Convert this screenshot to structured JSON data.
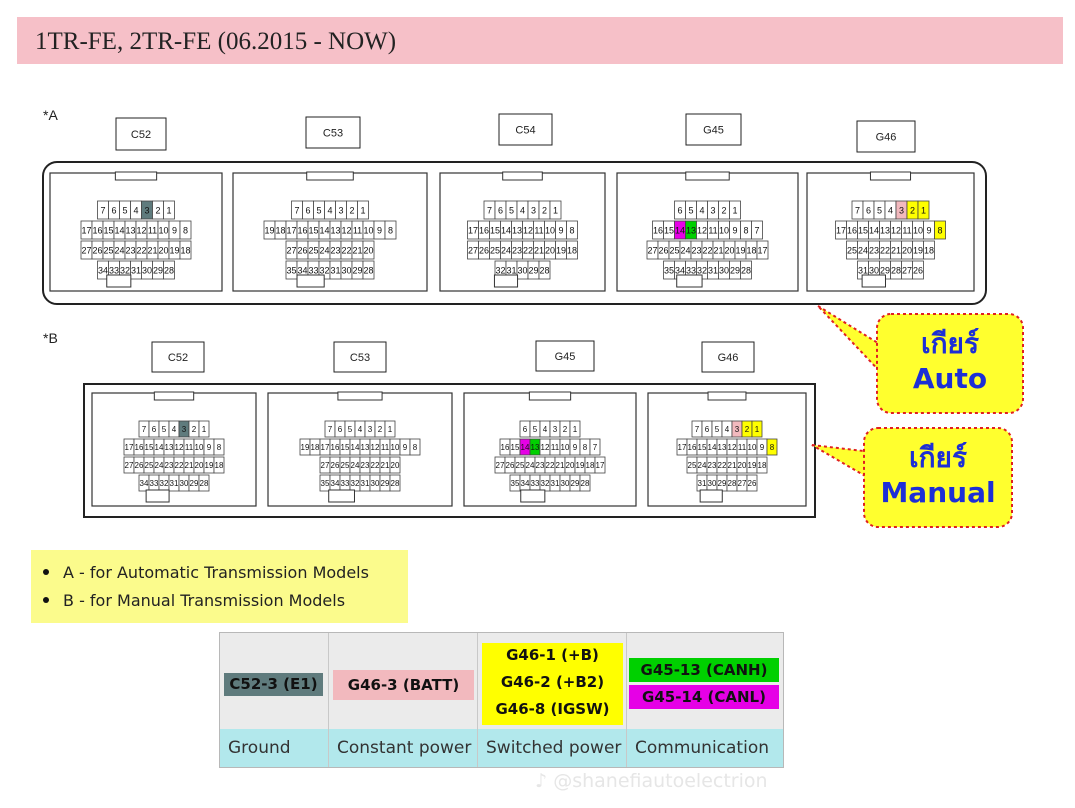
{
  "title": "1TR-FE, 2TR-FE (06.2015 - NOW)",
  "diagram_a": {
    "mark": "*A",
    "connectors": [
      {
        "label": "C52",
        "rows": [
          [
            "7",
            "6",
            "5",
            "4",
            "3",
            "2",
            "1"
          ],
          [
            "17",
            "16",
            "15",
            "14",
            "13",
            "12",
            "11",
            "10",
            "9",
            "8"
          ],
          [
            "27",
            "26",
            "25",
            "24",
            "23",
            "22",
            "21",
            "20",
            "19",
            "18"
          ],
          [
            "34",
            "33",
            "32",
            "31",
            "30",
            "29",
            "28"
          ]
        ]
      },
      {
        "label": "C53",
        "rows": [
          [
            "7",
            "6",
            "5",
            "4",
            "3",
            "2",
            "1"
          ],
          [
            "19",
            "18",
            "17",
            "16",
            "15",
            "14",
            "13",
            "12",
            "11",
            "10",
            "9",
            "8"
          ],
          [
            "27",
            "26",
            "25",
            "24",
            "23",
            "22",
            "21",
            "20"
          ],
          [
            "35",
            "34",
            "33",
            "32",
            "31",
            "30",
            "29",
            "28"
          ]
        ]
      },
      {
        "label": "C54",
        "rows": [
          [
            "7",
            "6",
            "5",
            "4",
            "3",
            "2",
            "1"
          ],
          [
            "17",
            "16",
            "15",
            "14",
            "13",
            "12",
            "11",
            "10",
            "9",
            "8"
          ],
          [
            "27",
            "26",
            "25",
            "24",
            "23",
            "22",
            "21",
            "20",
            "19",
            "18"
          ],
          [
            "32",
            "31",
            "30",
            "29",
            "28"
          ]
        ]
      },
      {
        "label": "G45",
        "rows": [
          [
            "6",
            "5",
            "4",
            "3",
            "2",
            "1"
          ],
          [
            "16",
            "15",
            "14",
            "13",
            "12",
            "11",
            "10",
            "9",
            "8",
            "7"
          ],
          [
            "27",
            "26",
            "25",
            "24",
            "23",
            "22",
            "21",
            "20",
            "19",
            "18",
            "17"
          ],
          [
            "35",
            "34",
            "33",
            "32",
            "31",
            "30",
            "29",
            "28"
          ]
        ]
      },
      {
        "label": "G46",
        "rows": [
          [
            "7",
            "6",
            "5",
            "4",
            "3",
            "2",
            "1"
          ],
          [
            "17",
            "16",
            "15",
            "14",
            "13",
            "12",
            "11",
            "10",
            "9",
            "8"
          ],
          [
            "25",
            "24",
            "23",
            "22",
            "21",
            "20",
            "19",
            "18"
          ],
          [
            "31",
            "30",
            "29",
            "28",
            "27",
            "26"
          ]
        ]
      }
    ]
  },
  "diagram_b": {
    "mark": "*B",
    "connectors": [
      {
        "label": "C52",
        "rows": [
          [
            "7",
            "6",
            "5",
            "4",
            "3",
            "2",
            "1"
          ],
          [
            "17",
            "16",
            "15",
            "14",
            "13",
            "12",
            "11",
            "10",
            "9",
            "8"
          ],
          [
            "27",
            "26",
            "25",
            "24",
            "23",
            "22",
            "21",
            "20",
            "19",
            "18"
          ],
          [
            "34",
            "33",
            "32",
            "31",
            "30",
            "29",
            "28"
          ]
        ]
      },
      {
        "label": "C53",
        "rows": [
          [
            "7",
            "6",
            "5",
            "4",
            "3",
            "2",
            "1"
          ],
          [
            "19",
            "18",
            "17",
            "16",
            "15",
            "14",
            "13",
            "12",
            "11",
            "10",
            "9",
            "8"
          ],
          [
            "27",
            "26",
            "25",
            "24",
            "23",
            "22",
            "21",
            "20"
          ],
          [
            "35",
            "34",
            "33",
            "32",
            "31",
            "30",
            "29",
            "28"
          ]
        ]
      },
      {
        "label": "G45",
        "rows": [
          [
            "6",
            "5",
            "4",
            "3",
            "2",
            "1"
          ],
          [
            "16",
            "15",
            "14",
            "13",
            "12",
            "11",
            "10",
            "9",
            "8",
            "7"
          ],
          [
            "27",
            "26",
            "25",
            "24",
            "23",
            "22",
            "21",
            "20",
            "19",
            "18",
            "17"
          ],
          [
            "35",
            "34",
            "33",
            "32",
            "31",
            "30",
            "29",
            "28"
          ]
        ]
      },
      {
        "label": "G46",
        "rows": [
          [
            "7",
            "6",
            "5",
            "4",
            "3",
            "2",
            "1"
          ],
          [
            "17",
            "16",
            "15",
            "14",
            "13",
            "12",
            "11",
            "10",
            "9",
            "8"
          ],
          [
            "25",
            "24",
            "23",
            "22",
            "21",
            "20",
            "19",
            "18"
          ],
          [
            "31",
            "30",
            "29",
            "28",
            "27",
            "26"
          ]
        ]
      }
    ]
  },
  "callouts": {
    "auto": {
      "line1": "เกียร์",
      "line2": "Auto"
    },
    "manual": {
      "line1": "เกียร์",
      "line2": "Manual"
    }
  },
  "notes": [
    "A - for Automatic Transmission Models",
    "B - for Manual Transmission Models"
  ],
  "legend": {
    "ground": {
      "pins": [
        "C52-3 (E1)"
      ],
      "label": "Ground"
    },
    "constant": {
      "pins": [
        "G46-3 (BATT)"
      ],
      "label": "Constant power"
    },
    "switched": {
      "pins": [
        "G46-1 (+B)",
        "G46-2 (+B2)",
        "G46-8 (IGSW)"
      ],
      "label": "Switched power"
    },
    "communication": {
      "pins": [
        "G45-13 (CANH)",
        "G45-14 (CANL)"
      ],
      "label": "Communication"
    }
  },
  "colors": {
    "ground": "#5f7b7d",
    "constant": "#f2b9be",
    "switched": "#ffff00",
    "canh": "#00d000",
    "canl": "#e600e6",
    "callout_bg": "#ffff2e",
    "callout_text": "#1d2fd6",
    "title_bg": "#f6c0c8",
    "legend_bottom": "#b2e8ec"
  },
  "highlights": [
    {
      "connector": "C52",
      "pin": "3",
      "role": "ground"
    },
    {
      "connector": "G46",
      "pin": "3",
      "role": "constant"
    },
    {
      "connector": "G46",
      "pin": "2",
      "role": "switched"
    },
    {
      "connector": "G46",
      "pin": "1",
      "role": "switched"
    },
    {
      "connector": "G46",
      "pin": "8",
      "role": "switched"
    },
    {
      "connector": "G45",
      "pin": "13",
      "role": "canh"
    },
    {
      "connector": "G45",
      "pin": "14",
      "role": "canl"
    }
  ],
  "watermark": "@shanefiautoelectrion"
}
